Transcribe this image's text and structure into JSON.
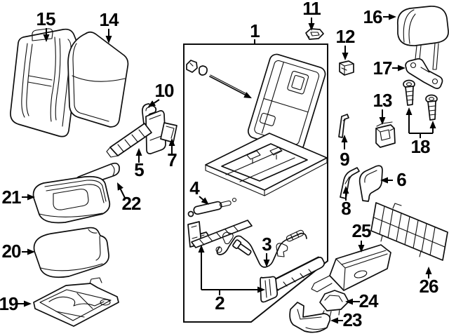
{
  "diagram": {
    "kind": "exploded-parts-diagram",
    "colors": {
      "line": "#0d0d0d",
      "background": "#ffffff"
    },
    "callouts": [
      {
        "label": "1"
      },
      {
        "label": "2"
      },
      {
        "label": "3"
      },
      {
        "label": "4"
      },
      {
        "label": "5"
      },
      {
        "label": "6"
      },
      {
        "label": "7"
      },
      {
        "label": "8"
      },
      {
        "label": "9"
      },
      {
        "label": "10"
      },
      {
        "label": "11"
      },
      {
        "label": "12"
      },
      {
        "label": "13"
      },
      {
        "label": "14"
      },
      {
        "label": "15"
      },
      {
        "label": "16"
      },
      {
        "label": "17"
      },
      {
        "label": "18"
      },
      {
        "label": "19"
      },
      {
        "label": "20"
      },
      {
        "label": "21"
      },
      {
        "label": "22"
      },
      {
        "label": "23"
      },
      {
        "label": "24"
      },
      {
        "label": "25"
      },
      {
        "label": "26"
      }
    ]
  }
}
